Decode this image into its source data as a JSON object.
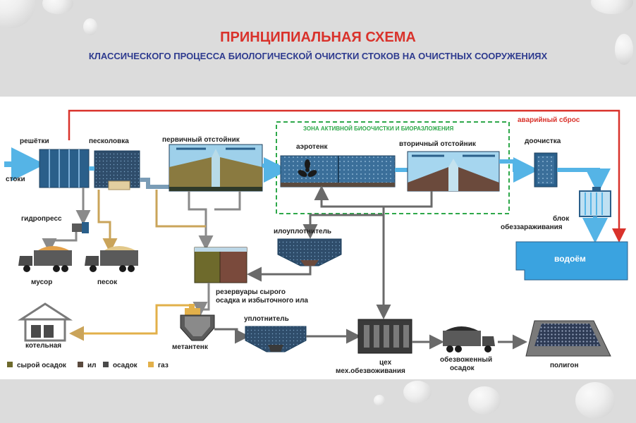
{
  "title": "ПРИНЦИПИАЛЬНАЯ СХЕМА",
  "subtitle": "КЛАССИЧЕСКОГО ПРОЦЕССА БИОЛОГИЧЕСКОЙ ОЧИСТКИ СТОКОВ НА ОЧИСТНЫХ СООРУЖЕНИЯХ",
  "labels": {
    "reshetki": "решётки",
    "peskolovka": "песколовка",
    "pervichny": "первичный отстойник",
    "zona": "ЗОНА АКТИВНОЙ БИООЧИСТКИ И БИОРАЗЛОЖЕНИЯ",
    "aerotenk": "аэротенк",
    "vtorichny": "вторичный отстойник",
    "avariyny": "аварийный сброс",
    "doochistka": "доочистка",
    "stoki": "стоки",
    "gidropress": "гидропресс",
    "musor": "мусор",
    "pesok": "песок",
    "ilouplotnitel": "илоуплотнитель",
    "blok1": "блок",
    "blok2": "обеззараживания",
    "vodoem": "водоём",
    "rez1": "резервуары сырого",
    "rez2": "осадка и избыточного ила",
    "kotelnaya": "котельная",
    "metantenk": "метантенк",
    "uplotnitel": "уплотнитель",
    "tseh1": "цех",
    "tseh2": "мех.обезвоживания",
    "obezv1": "обезвоженный",
    "obezv2": "осадок",
    "poligon": "полигон"
  },
  "legend": [
    {
      "label": "сырой осадок",
      "color": "#6e6a2c"
    },
    {
      "label": "ил",
      "color": "#5a4a3e"
    },
    {
      "label": "осадок",
      "color": "#4a4a4a"
    },
    {
      "label": "газ",
      "color": "#e2b04a"
    }
  ],
  "colors": {
    "emergency": "#d9322b",
    "water": "#55b4e6",
    "sludge": "#8a8a8a",
    "ochre": "#caa45a",
    "zone": "#2ea84a",
    "tank": "#2a5f8a",
    "title_red": "#d9322b",
    "title_blue": "#2e3b8f"
  },
  "icons": [
    "water-drop-icon",
    "dump-truck-icon",
    "boiler-house-icon",
    "aerator-icon"
  ]
}
